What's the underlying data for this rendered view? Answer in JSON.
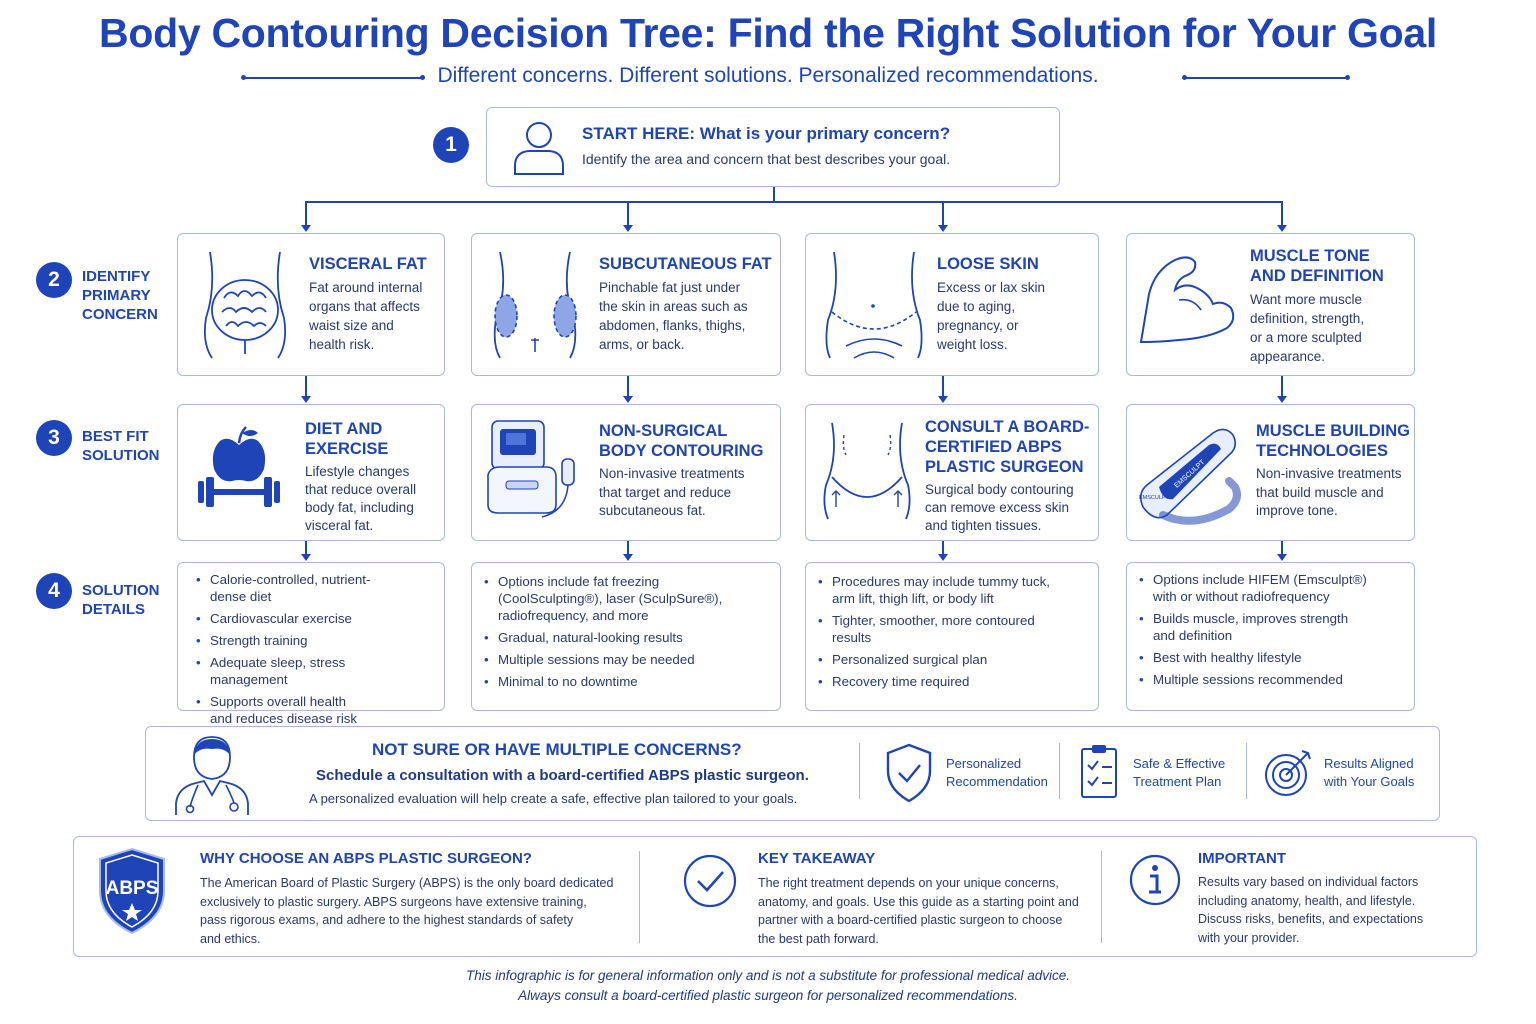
{
  "header": {
    "title": "Body Contouring Decision Tree: Find the Right Solution for Your Goal",
    "subtitle": "Different concerns. Different solutions. Personalized recommendations."
  },
  "start": {
    "number": "1",
    "title": "START HERE: What is your primary concern?",
    "text": "Identify the area and concern that best describes your goal."
  },
  "steps": [
    {
      "number": "2",
      "label_lines": [
        "IDENTIFY",
        "PRIMARY",
        "CONCERN"
      ]
    },
    {
      "number": "3",
      "label_lines": [
        "BEST FIT",
        "SOLUTION"
      ]
    },
    {
      "number": "4",
      "label_lines": [
        "SOLUTION",
        "DETAILS"
      ]
    }
  ],
  "concerns": [
    {
      "title_lines": [
        "VISCERAL FAT"
      ],
      "text_lines": [
        "Fat around internal",
        "organs that affects",
        "waist size and",
        "health risk."
      ],
      "icon": "intestines-icon"
    },
    {
      "title_lines": [
        "SUBCUTANEOUS FAT"
      ],
      "text_lines": [
        "Pinchable fat just under",
        "the skin in areas such as",
        "abdomen, flanks, thighs,",
        "arms, or back."
      ],
      "icon": "torso-fat-icon"
    },
    {
      "title_lines": [
        "LOOSE SKIN"
      ],
      "text_lines": [
        "Excess or lax skin",
        "due to aging,",
        "pregnancy, or",
        "weight loss."
      ],
      "icon": "abdomen-icon"
    },
    {
      "title_lines": [
        "MUSCLE TONE",
        "AND DEFINITION"
      ],
      "text_lines": [
        "Want more muscle",
        "definition, strength,",
        "or a more sculpted",
        "appearance."
      ],
      "icon": "flexed-arm-icon"
    }
  ],
  "solutions": [
    {
      "title_lines": [
        "DIET AND",
        "EXERCISE"
      ],
      "text_lines": [
        "Lifestyle changes",
        "that reduce overall",
        "body fat, including",
        "visceral fat."
      ],
      "icon": "apple-dumbbell-icon"
    },
    {
      "title_lines": [
        "NON-SURGICAL",
        "BODY CONTOURING"
      ],
      "text_lines": [
        "Non-invasive treatments",
        "that target and reduce",
        "subcutaneous fat."
      ],
      "icon": "device-icon"
    },
    {
      "title_lines": [
        "CONSULT A BOARD-",
        "CERTIFIED ABPS",
        "PLASTIC SURGEON"
      ],
      "text_lines": [
        "Surgical body contouring",
        "can remove excess skin",
        "and tighten tissues."
      ],
      "icon": "surgical-marking-icon"
    },
    {
      "title_lines": [
        "MUSCLE BUILDING",
        "TECHNOLOGIES"
      ],
      "text_lines": [
        "Non-invasive treatments",
        "that build muscle and",
        "improve tone."
      ],
      "icon": "emsculpt-device-icon",
      "device_text_1": "EMSCULPT",
      "device_text_2": "EMSCULPT"
    }
  ],
  "details": [
    [
      [
        "Calorie-controlled, nutrient-",
        "dense diet"
      ],
      [
        "Cardiovascular exercise"
      ],
      [
        "Strength training"
      ],
      [
        "Adequate sleep, stress",
        "management"
      ],
      [
        "Supports overall health",
        "and reduces disease risk"
      ]
    ],
    [
      [
        "Options include fat freezing",
        "(CoolSculpting®), laser (SculpSure®),",
        "radiofrequency, and more"
      ],
      [
        "Gradual, natural-looking results"
      ],
      [
        "Multiple sessions may be needed"
      ],
      [
        "Minimal to no downtime"
      ]
    ],
    [
      [
        "Procedures may include tummy tuck,",
        "arm lift, thigh lift, or body lift"
      ],
      [
        "Tighter, smoother, more contoured",
        "results"
      ],
      [
        "Personalized surgical plan"
      ],
      [
        "Recovery time required"
      ]
    ],
    [
      [
        "Options include HIFEM (Emsculpt®)",
        "with or without radiofrequency"
      ],
      [
        "Builds muscle, improves strength",
        "and definition"
      ],
      [
        "Best with healthy lifestyle"
      ],
      [
        "Multiple sessions recommended"
      ]
    ]
  ],
  "cta": {
    "title": "NOT SURE OR HAVE MULTIPLE CONCERNS?",
    "subtitle": "Schedule a consultation with a board-certified ABPS plastic surgeon.",
    "text": "A personalized evaluation will help create a safe, effective plan tailored to your goals.",
    "features": [
      {
        "lines": [
          "Personalized",
          "Recommendation"
        ],
        "icon": "shield-check-icon"
      },
      {
        "lines": [
          "Safe & Effective",
          "Treatment Plan"
        ],
        "icon": "clipboard-icon"
      },
      {
        "lines": [
          "Results Aligned",
          "with Your Goals"
        ],
        "icon": "target-icon"
      }
    ]
  },
  "footer": {
    "abps": {
      "badge": "ABPS",
      "title": "WHY CHOOSE AN ABPS PLASTIC SURGEON?",
      "lines": [
        "The American Board of Plastic Surgery (ABPS) is the only board dedicated",
        "exclusively to plastic surgery. ABPS surgeons have extensive training,",
        "pass rigorous exams, and adhere to the highest standards of safety",
        "and ethics."
      ]
    },
    "takeaway": {
      "title": "KEY TAKEAWAY",
      "lines": [
        "The right treatment depends on your unique concerns,",
        "anatomy, and goals. Use this guide as a starting point and",
        "partner with a board-certified plastic surgeon to choose",
        "the best path forward."
      ]
    },
    "important": {
      "title": "IMPORTANT",
      "lines": [
        "Results vary based on individual factors",
        "including anatomy, health, and lifestyle.",
        "Discuss risks, benefits, and expectations",
        "with your provider."
      ]
    }
  },
  "disclaimer": [
    "This infographic is for general information only and is not a substitute for professional medical advice.",
    "Always consult a board-certified plastic surgeon for personalized recommendations."
  ],
  "colors": {
    "primary": "#1f44b8",
    "border": "#aab9e3",
    "text": "#283a70"
  }
}
